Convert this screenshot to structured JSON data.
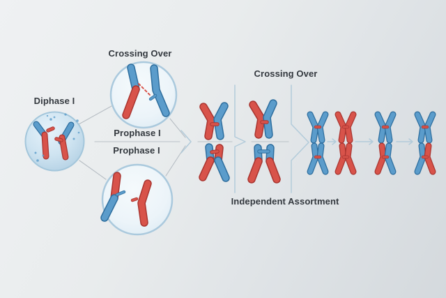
{
  "labels": {
    "crossing_over_top_left": "Crossing Over",
    "diphase": "Diphase I",
    "prophase_upper": "Prophase I",
    "prophase_lower": "Prophase I",
    "crossing_over_right": "Crossing Over",
    "independent_assortment": "Independent Assortment"
  },
  "icons": {
    "cell": "diphase-cell-illustration",
    "zoom_circle_top": "crossing-over-zoom-circle",
    "zoom_circle_bottom": "recombination-zoom-circle",
    "arrows": "right-arrow-chevrons"
  },
  "colors": {
    "chromosome_red": "#d8534a",
    "chromosome_red_dark": "#a93530",
    "chromosome_blue": "#5b9ccb",
    "chromosome_blue_dark": "#2e6e9e",
    "cell_stroke": "#a3c6db",
    "circle_stroke": "#aac9dd",
    "connector_gray": "#b6bdc3",
    "connector_blue": "#b2cbda",
    "text": "#33383e",
    "background_light": "#eff1f3",
    "background_dark": "#d4d9dd"
  }
}
